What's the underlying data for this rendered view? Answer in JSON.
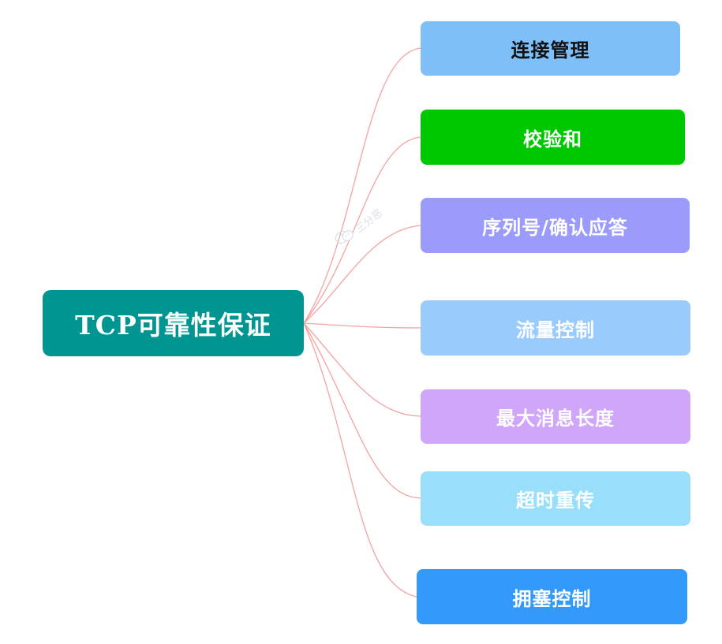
{
  "root": {
    "label": "TCP可靠性保证",
    "bg": "#009590"
  },
  "branches": [
    {
      "label": "连接管理",
      "bg": "#7fbff8",
      "fg": "#111111"
    },
    {
      "label": "校验和",
      "bg": "#00c800",
      "fg": "#ffffff"
    },
    {
      "label": "序列号/确认应答",
      "bg": "#9b9bfc",
      "fg": "#ffffff"
    },
    {
      "label": "流量控制",
      "bg": "#99ccfb",
      "fg": "#ffffff"
    },
    {
      "label": "最大消息长度",
      "bg": "#d0a6fb",
      "fg": "#ffffff"
    },
    {
      "label": "超时重传",
      "bg": "#99dffb",
      "fg": "#ffffff"
    },
    {
      "label": "拥塞控制",
      "bg": "#3399fb",
      "fg": "#ffffff"
    }
  ],
  "connector_color": "#f4a3a0",
  "watermark": {
    "text": "三分恶",
    "icon": "wechat-icon"
  }
}
